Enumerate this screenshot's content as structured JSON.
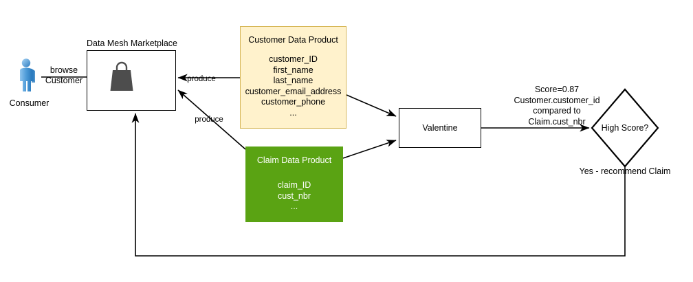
{
  "diagram": {
    "title": "Data Mesh Marketplace data product matching flow",
    "colors": {
      "customer_product_fill": "#fff2cc",
      "customer_product_stroke": "#d6b656",
      "claim_product_fill": "#5aa313",
      "line": "#000000",
      "bag_icon": "#4d4d4d",
      "consumer_icon": "#3f8fd2"
    }
  },
  "consumer": {
    "label": "Consumer",
    "icon": "person-icon"
  },
  "marketplace": {
    "title": "Data Mesh Marketplace",
    "icon": "shopping-bag-icon"
  },
  "edges": {
    "browse": "browse\nCustomer",
    "produce_customer": "produce",
    "produce_claim": "produce",
    "score_annotation": "Score=0.87\nCustomer.customer_id\ncompared to\nClaim.cust_nbr",
    "decision_yes": "Yes - recommend Claim"
  },
  "customer_product": {
    "title": "Customer Data Product",
    "fields": "customer_ID\nfirst_name\nlast_name\ncustomer_email_address\ncustomer_phone\n..."
  },
  "claim_product": {
    "title": "Claim Data Product",
    "fields": "claim_ID\ncust_nbr\n..."
  },
  "matcher": {
    "label": "Valentine"
  },
  "decision": {
    "label": "High Score?"
  }
}
